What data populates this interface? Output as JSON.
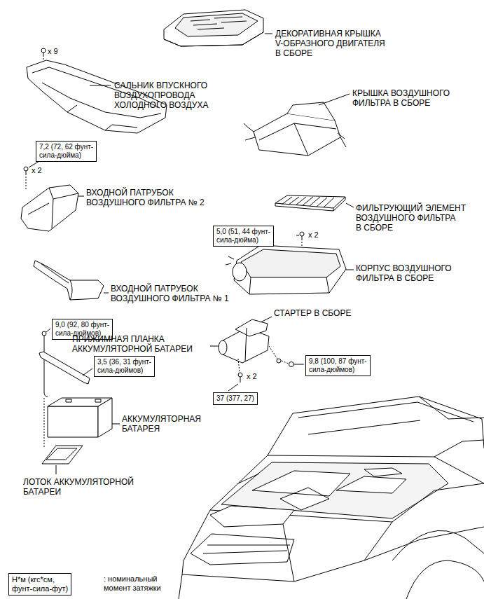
{
  "diagram": {
    "nodes": [
      {
        "text": [
          "7,2 (72, 62 фунт-сила-дюйма)"
        ]
      },
      {
        "text": [
          "5,0 (51, 44 фунт-сила-дюйма)"
        ]
      },
      {
        "text": [
          "9,0 (92, 80 фунт-сила-дюймов)"
        ]
      },
      {
        "text": [
          "3,5 (36, 31 фунт-сила-дюймов)"
        ]
      },
      {
        "text": [
          "9,8 (100, 87 фунт-сила-дюймов)"
        ]
      },
      {
        "text": [
          "37 (377, 27)"
        ]
      },
      {
        "text": [
          "Н*м (кгс*см, фунт-сила-фут)"
        ]
      }
    ],
    "labels": [
      "x 9",
      "ДЕКОРАТИВНАЯ КРЫШКА V-ОБРАЗНОГО ДВИГАТЕЛЯ В СБОРЕ",
      "САЛЬНИК ВПУСКНОГО ВОЗДУХОПРОВОДА ХОЛОДНОГО ВОЗДУХА",
      "КРЫШКА ВОЗДУШНОГО ФИЛЬТРА В СБОРЕ",
      "x 2",
      "ВХОДНОЙ ПАТРУБОК ВОЗДУШНОГО ФИЛЬТРА № 2",
      "ФИЛЬТРУЮЩИЙ ЭЛЕМЕНТ ВОЗДУШНОГО ФИЛЬТРА В СБОРЕ",
      "x 2",
      "КОРПУС ВОЗДУШНОГО ФИЛЬТРА В СБОРЕ",
      "ВХОДНОЙ ПАТРУБОК ВОЗДУШНОГО ФИЛЬТРА № 1",
      "СТАРТЕР В СБОРЕ",
      "ПРИЖИМНАЯ ПЛАНКА АККУМУЛЯТОРНОЙ БАТАРЕИ",
      "x 2",
      "АККУМУЛЯТОРНАЯ БАТАРЕЯ",
      "ЛОТОК АККУМУЛЯТОРНОЙ БАТАРЕИ"
    ],
    "legend": [
      {
        "text": ": номинальный момент затяжки"
      }
    ]
  }
}
